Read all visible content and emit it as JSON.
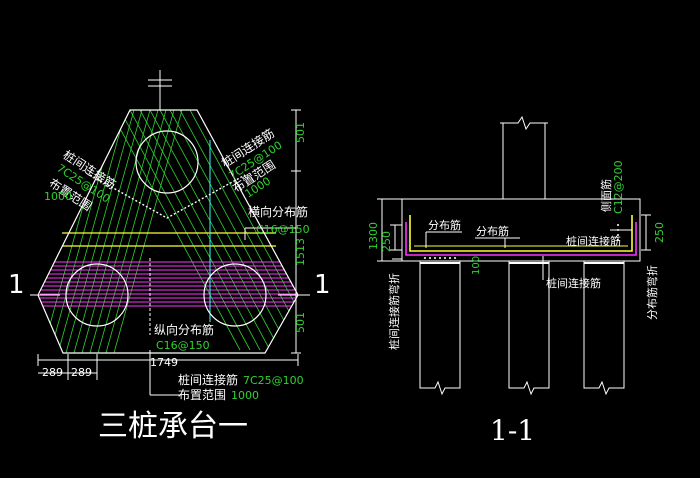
{
  "plan": {
    "title": "三桩承台一",
    "section_mark": "1",
    "label_left_conn": "桩间连接筋",
    "label_left_conn_spec": "7C25@100",
    "label_left_range": "布置范围",
    "label_left_range_val": "1000",
    "label_right_conn": "桩间连接筋",
    "label_right_conn_spec": "7C25@100",
    "label_right_range": "布置范围",
    "label_right_range_val": "1000",
    "label_horiz": "横向分布筋",
    "label_horiz_spec": "C16@150",
    "label_vert": "纵向分布筋",
    "label_vert_spec": "C16@150",
    "label_bottom_conn": "桩间连接筋",
    "label_bottom_conn_spec": "7C25@100",
    "label_bottom_range": "布置范围",
    "label_bottom_range_val": "1000",
    "dim_top": "501",
    "dim_mid": "1513",
    "dim_bot": "501",
    "dim_w": "1749",
    "dim_a": "289",
    "dim_b": "289"
  },
  "section": {
    "title": "1-1",
    "label_fenbu1": "分布筋",
    "label_fenbu2": "分布筋",
    "label_conn": "桩间连接筋",
    "label_conn_bottom": "桩间连接筋",
    "label_side": "侧面筋",
    "label_side_spec": "C12@200",
    "label_left_vert": "桩间连接筋弯折",
    "label_right_vert": "分布筋弯折",
    "dim_1300": "1300",
    "dim_250_left": "250",
    "dim_250_right": "250",
    "dim_100": "100"
  },
  "colors": {
    "white": "#ffffff",
    "green": "#2fd12f",
    "magenta": "#ff33ff",
    "yellow": "#ffff33",
    "cyan": "#33ffff"
  }
}
